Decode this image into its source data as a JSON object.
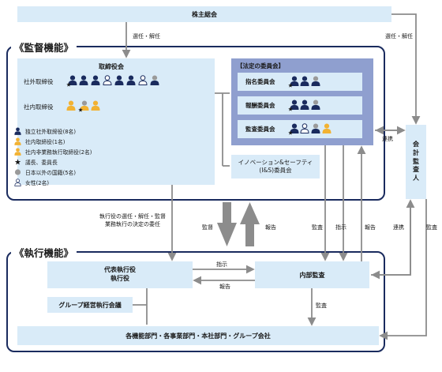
{
  "top": {
    "shareholders": "株主総会"
  },
  "edges": {
    "elect_dismiss_1": "選任・解任",
    "elect_dismiss_2": "選任・解任",
    "delegation": "執行役の選任・解任・監督\n業務執行の決定の委任",
    "supervise": "監督",
    "report_up": "報告",
    "audit_1": "監査",
    "instruct_1": "指示",
    "report_2": "報告",
    "coop_1": "連携",
    "coop_2": "連携",
    "audit_2": "監査",
    "instruct_2": "指示",
    "report_3": "報告",
    "audit_3": "監査"
  },
  "supervision": {
    "title": "《監督機能》",
    "board": {
      "title": "取締役会",
      "outside_label": "社外取締役",
      "inside_label": "社内取締役",
      "legend": [
        {
          "icon": "navy-person-icon",
          "text": "独立社外取締役(8名)"
        },
        {
          "icon": "yellow-person-icon",
          "text": "社内取締役(1名)"
        },
        {
          "icon": "yellow-person-icon",
          "text": "社内非業務執行取締役(2名)"
        },
        {
          "icon": "star-icon",
          "text": "議長、委員長"
        },
        {
          "icon": "globe-icon",
          "text": "日本以外の国籍(5名)"
        },
        {
          "icon": "outline-person-icon",
          "text": "女性(2名)"
        }
      ]
    },
    "committees": {
      "title": "【法定の委員会】",
      "nomination": "指名委員会",
      "compensation": "報酬委員会",
      "audit": "監査委員会"
    },
    "innovation": "イノベーション&セーフティ\n(I&S)委員会",
    "auditor": "会\n計\n監\n査\n人"
  },
  "execution": {
    "title": "《執行機能》",
    "ceo": "代表執行役\n執行役",
    "internal_audit": "内部監査",
    "group_meeting": "グループ経営執行会議",
    "departments": "各機能部門・各事業部門・本社部門・グループ会社"
  },
  "colors": {
    "navy": "#1a2b5e",
    "light_blue": "#d9ebf8",
    "panel": "#8f9fcf",
    "yellow": "#f2b233",
    "arrow": "#8c8c8c"
  }
}
